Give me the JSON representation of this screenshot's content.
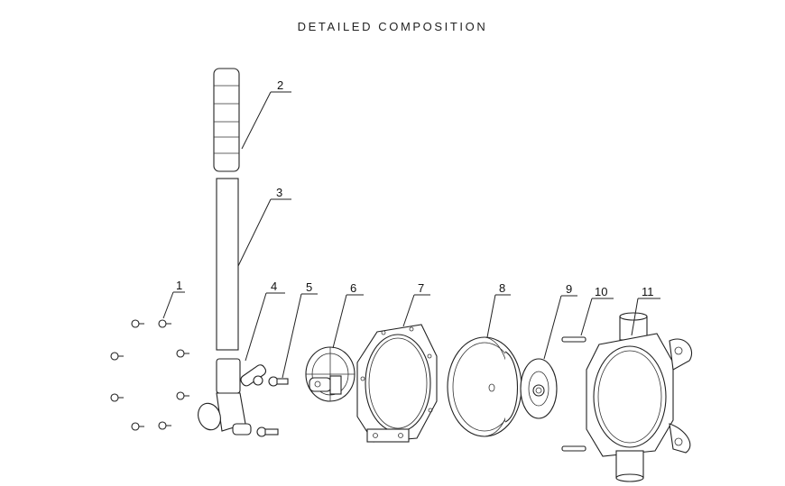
{
  "title": "DETAILED COMPOSITION",
  "callouts": [
    "1",
    "2",
    "3",
    "4",
    "5",
    "6",
    "7",
    "8",
    "9",
    "10",
    "11"
  ],
  "parts": [
    {
      "id": "1",
      "icon": "screw-set-icon"
    },
    {
      "id": "2",
      "icon": "handle-grip-icon"
    },
    {
      "id": "3",
      "icon": "pump-tube-icon"
    },
    {
      "id": "4",
      "icon": "elbow-connector-icon"
    },
    {
      "id": "5",
      "icon": "pin-icon"
    },
    {
      "id": "6",
      "icon": "valve-plate-icon"
    },
    {
      "id": "7",
      "icon": "clamp-ring-icon"
    },
    {
      "id": "8",
      "icon": "diaphragm-cup-icon"
    },
    {
      "id": "9",
      "icon": "valve-disc-icon"
    },
    {
      "id": "10",
      "icon": "clip-icon"
    },
    {
      "id": "11",
      "icon": "pump-body-icon"
    }
  ]
}
